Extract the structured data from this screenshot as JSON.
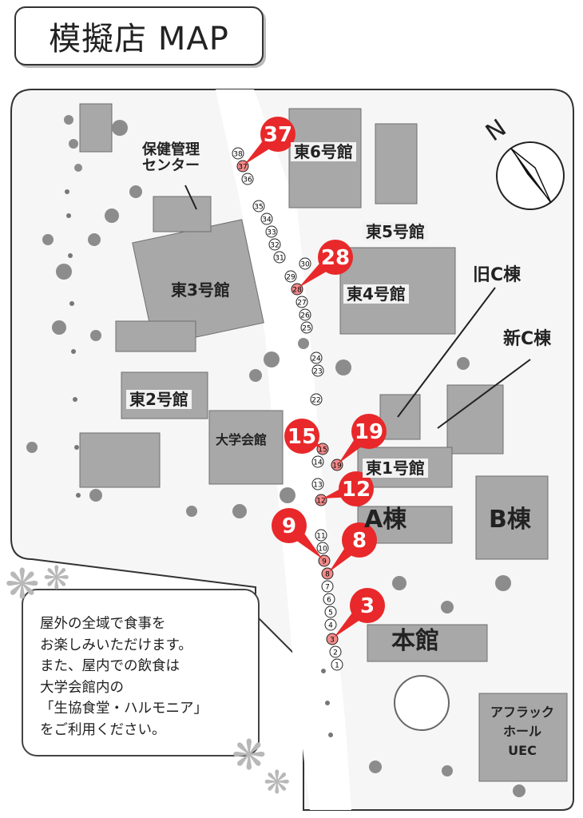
{
  "title": "模擬店 MAP",
  "compass_label": "N",
  "buildings": {
    "hoken": "保健管理\nセンター",
    "higashi6": "東6号館",
    "higashi5": "東5号館",
    "higashi4": "東4号館",
    "higashi3": "東3号館",
    "higashi2": "東2号館",
    "daigaku_kaikan": "大学会館",
    "higashi1": "東1号館",
    "a_tou": "A棟",
    "b_tou": "B棟",
    "honkan": "本館",
    "aflac": "アフラック\nホール\nUEC",
    "ibc": "旧C棟",
    "shin_c": "新C棟"
  },
  "highlighted_stalls": [
    "37",
    "28",
    "15",
    "19",
    "12",
    "9",
    "8",
    "3"
  ],
  "stall_numbers": [
    "1",
    "2",
    "3",
    "4",
    "5",
    "6",
    "7",
    "8",
    "9",
    "10",
    "11",
    "12",
    "13",
    "14",
    "15",
    "19",
    "22",
    "23",
    "24",
    "25",
    "26",
    "27",
    "28",
    "29",
    "30",
    "31",
    "32",
    "33",
    "34",
    "35",
    "36",
    "37",
    "38"
  ],
  "info_text": [
    "屋外の全域で食事を",
    "お楽しみいただけます。",
    "また、屋内での飲食は",
    "大学会館内の",
    "「生協食堂・ハルモニア」",
    "をご利用ください。"
  ],
  "colors": {
    "marker_red": "#e8282a",
    "building_gray": "#a8a8a8",
    "tree_gray": "#8c8c8c"
  }
}
